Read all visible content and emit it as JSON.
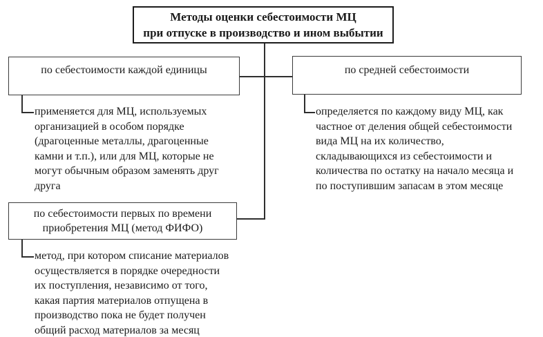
{
  "diagram": {
    "title": "Методы оценки себестоимости МЦ\nпри отпуске в производство и ином выбытии",
    "nodes": {
      "unit_cost": {
        "label": "по себестоимости каждой единицы",
        "description": "применяется для МЦ, используемых\nорганизацией в особом порядке\n(драгоценные металлы, драгоценные\nкамни и т.п.), или для МЦ, которые не\nмогут обычным образом заменять друг\nдруга"
      },
      "average_cost": {
        "label": "по средней себестоимости",
        "description": "определяется по каждому виду МЦ, как\nчастное от деления общей себестоимости\nвида МЦ на их количество,\nскладывающихся из себестоимости и\nколичества по остатку на начало месяца и\nпо поступившим запасам в этом месяце"
      },
      "fifo": {
        "label": "по себестоимости первых по времени\nприобретения МЦ (метод ФИФО)",
        "description": "метод, при котором списание материалов\nосуществляется в порядке очередности\nих поступления, независимо от того,\nкакая партия материалов отпущена в\nпроизводство пока не будет получен\nобщий расход материалов за месяц"
      }
    },
    "colors": {
      "line": "#2e2e2e",
      "text": "#1b1b1b",
      "background": "#ffffff"
    }
  }
}
